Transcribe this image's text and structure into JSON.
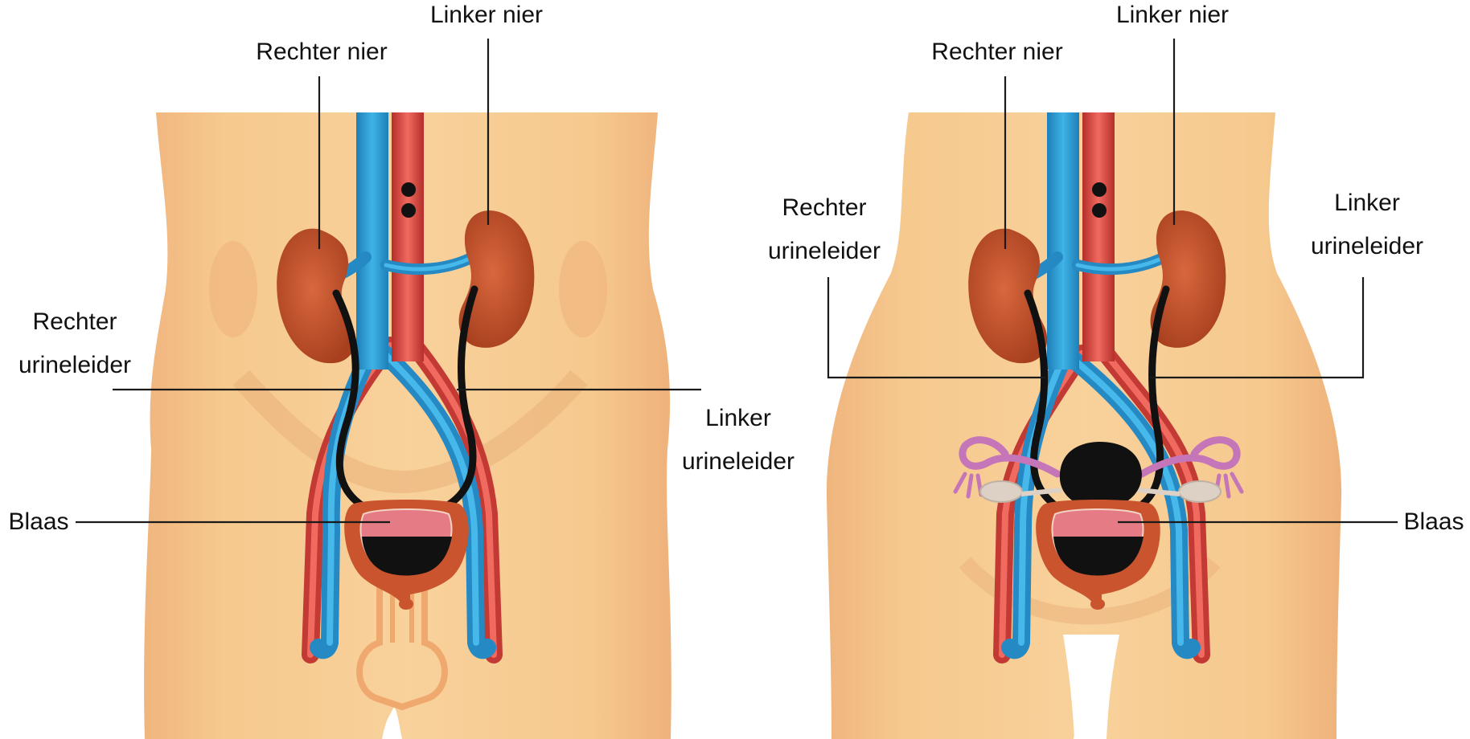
{
  "male": {
    "right_kidney": "Rechter nier",
    "left_kidney": "Linker nier",
    "right_ureter": [
      "Rechter",
      "urineleider"
    ],
    "left_ureter": [
      "Linker",
      "urineleider"
    ],
    "bladder": "Blaas"
  },
  "female": {
    "right_kidney": "Rechter nier",
    "left_kidney": "Linker nier",
    "right_ureter": [
      "Rechter",
      "urineleider"
    ],
    "left_ureter": [
      "Linker",
      "urineleider"
    ],
    "bladder": "Blaas"
  },
  "colors": {
    "skin": "#f6c98e",
    "skin_shadow": "#e9aa73",
    "kidney": "#c9542e",
    "vein": "#2f9fd6",
    "artery": "#e0453f",
    "ureter": "#111111",
    "bladder": "#c9542e",
    "bladder_inner": "#e57b84",
    "uterus_tubes": "#c476b8",
    "ovary": "#ddd1c6"
  }
}
